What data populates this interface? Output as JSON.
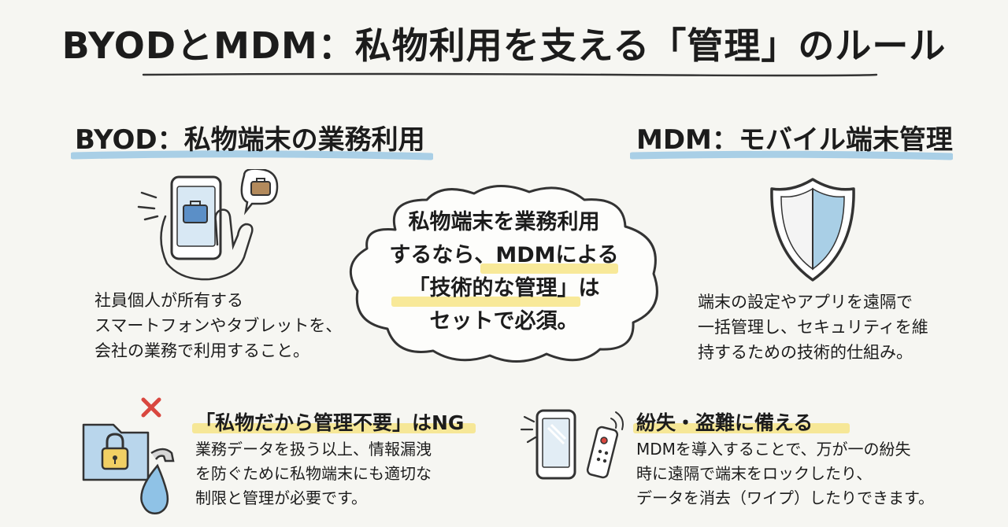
{
  "title": "BYODとMDM：私物利用を支える「管理」のルール",
  "left": {
    "heading": "BYOD：私物端末の業務利用",
    "description": [
      "社員個人が所有する",
      "スマートフォンやタブレットを、",
      "会社の業務で利用すること。"
    ]
  },
  "right": {
    "heading": "MDM：モバイル端末管理",
    "description": [
      "端末の設定やアプリを遠隔で",
      "一括管理し、セキュリティを維",
      "持するための技術的仕組み。"
    ]
  },
  "center": {
    "lines": [
      "私物端末を業務利用",
      "するなら、MDMによる",
      "「技術的な管理」は",
      "セットで必須。"
    ]
  },
  "bottom_left": {
    "heading": "「私物だから管理不要」はNG",
    "description": [
      "業務データを扱う以上、情報漏洩",
      "を防ぐために私物端末にも適切な",
      "制限と管理が必要です。"
    ]
  },
  "bottom_right": {
    "heading": "紛失・盗難に備える",
    "description": [
      "MDMを導入することで、万が一の紛失",
      "時に遠隔で端末をロックしたり、",
      "データを消去（ワイプ）したりできます。"
    ]
  },
  "colors": {
    "highlight_blue": "#a9cfe6",
    "highlight_yellow": "#f6e278",
    "shield_fill": "#a9cfe6",
    "folder_fill": "#b9d6ec",
    "lock_fill": "#f2d064",
    "ng_cross": "#d9473f",
    "water": "#8fc2e6"
  }
}
